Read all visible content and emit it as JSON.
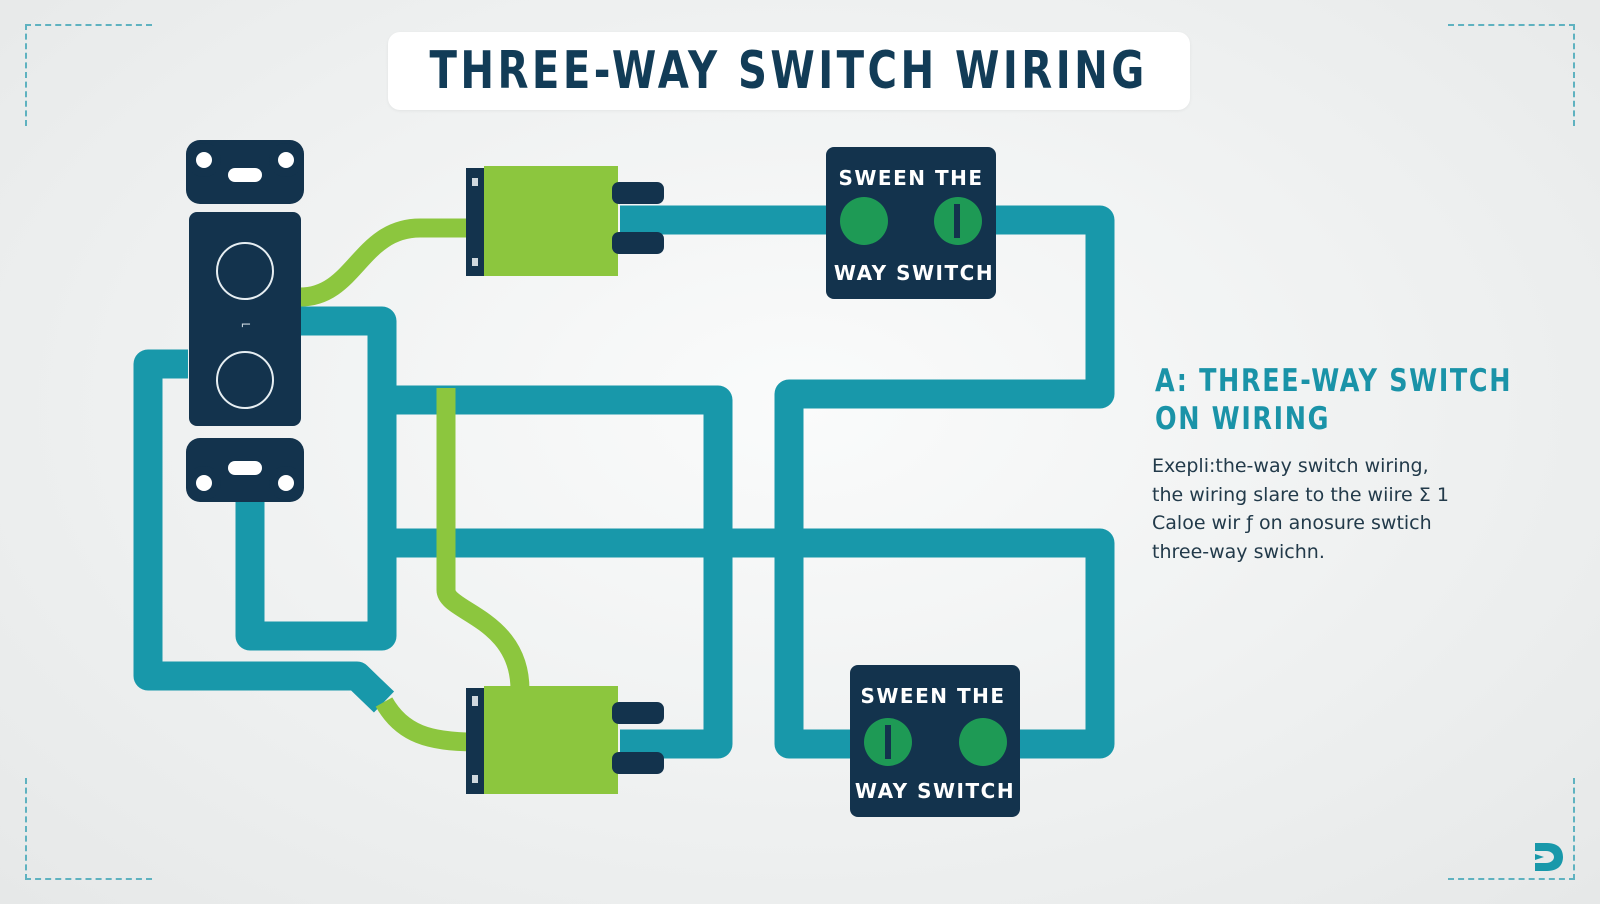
{
  "title": "THREE-WAY SWITCH WIRING",
  "switch_top": {
    "line1": "SWEEN THE",
    "line2": "WAY SWITCH"
  },
  "switch_bottom": {
    "line1": "SWEEN THE",
    "line2": "WAY SWITCH"
  },
  "side_panel": {
    "heading_line1": "A: THREE-WAY SWITCH",
    "heading_line2": "ON WIRING",
    "body_lines": [
      "Exepli:the-way switch wiring,",
      "the wiring slare to the wiire Σ 1",
      "Caloe wir ƒ on anosure swtich",
      "three-way swichn."
    ]
  },
  "outlet_label": "⌐",
  "colors": {
    "teal_wire": "#1898aa",
    "green_wire": "#8cc63e",
    "navy": "#13334d",
    "terminal_green": "#1e9a55",
    "heading": "#1a93a8",
    "title": "#123c57"
  }
}
